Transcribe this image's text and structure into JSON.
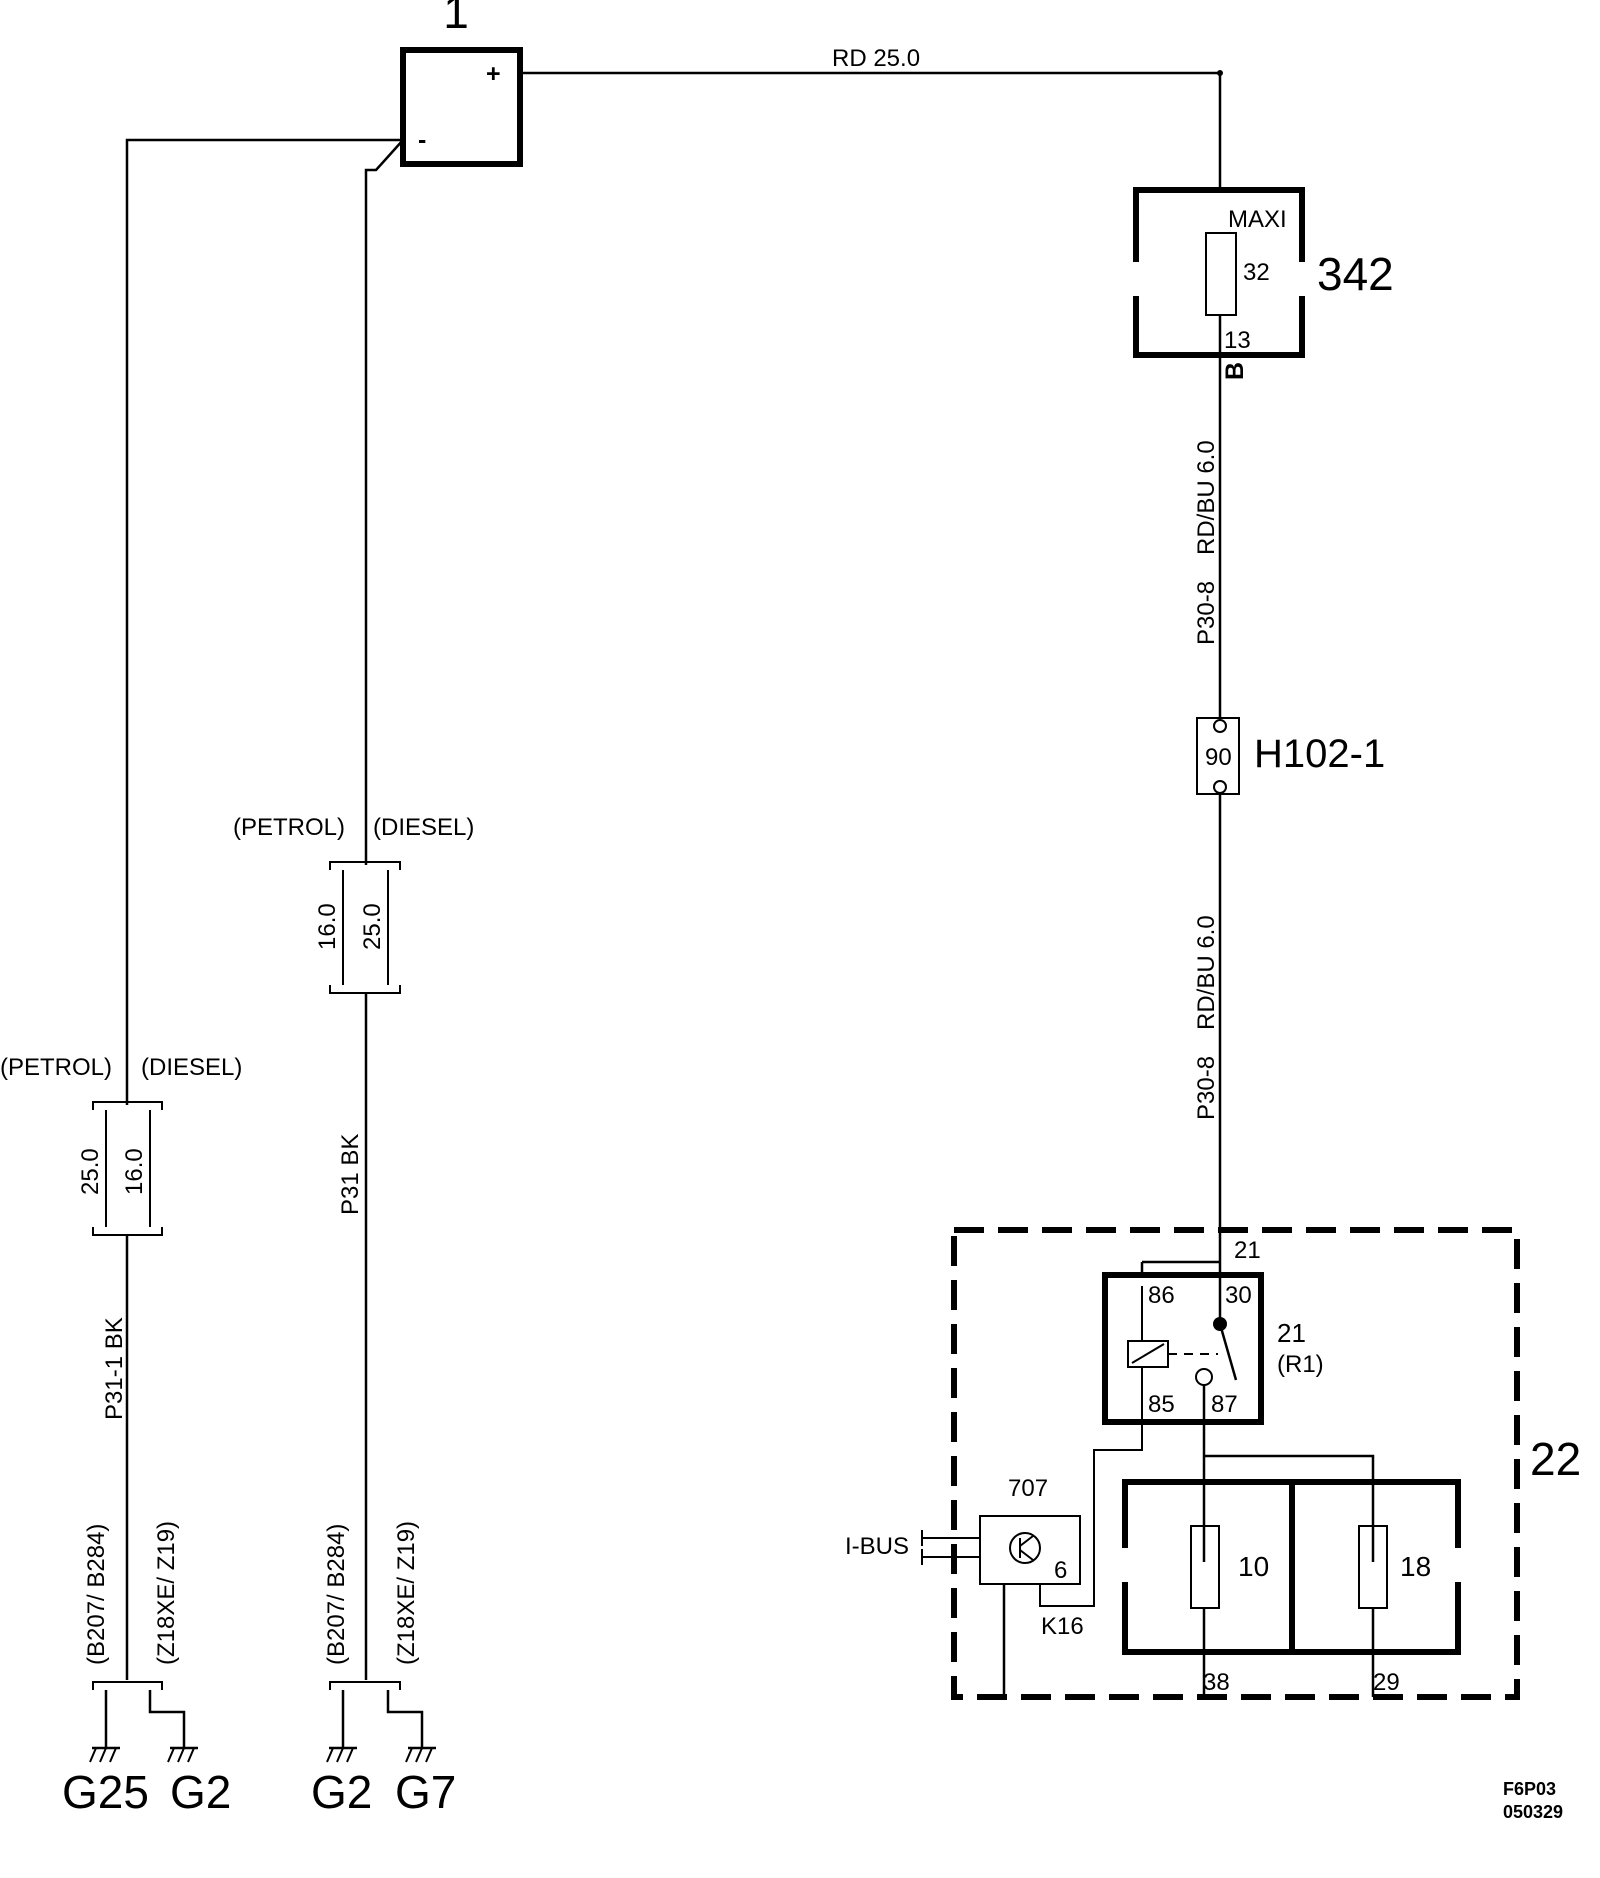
{
  "components": {
    "battery": {
      "number": "1",
      "plus": "+",
      "minus": "-"
    },
    "fuse_box": {
      "number": "342",
      "type": "MAXI",
      "fuse": "32",
      "pin": "13",
      "connector": "B"
    },
    "connector": {
      "name": "H102-1",
      "pin": "90"
    },
    "relay": {
      "number": "21",
      "ref": "(R1)",
      "pins": [
        "86",
        "30",
        "85",
        "87"
      ]
    },
    "module": {
      "number": "22",
      "pin_21": "21",
      "pin_38": "38",
      "pin_29": "29"
    },
    "fuses": [
      "10",
      "18"
    ],
    "transistor": {
      "number": "707",
      "pin": "6",
      "label": "K16"
    },
    "bus": "I-BUS"
  },
  "wires": {
    "main": "RD  25.0",
    "fuse_to_connector": {
      "code": "P30-8",
      "spec": "RD/BU 6.0"
    },
    "connector_to_module": {
      "code": "P30-8",
      "spec": "RD/BU 6.0"
    },
    "ground_left": "P31-1  BK",
    "ground_mid": "P31  BK"
  },
  "variants": {
    "petrol": "(PETROL)",
    "diesel": "(DIESEL)",
    "left_petrol_size": "25.0",
    "left_diesel_size": "16.0",
    "mid_petrol_size": "16.0",
    "mid_diesel_size": "25.0",
    "engine_a": "(B207/ B284)",
    "engine_b": "(Z18XE/ Z19)"
  },
  "grounds": [
    "G25",
    "G2",
    "G2",
    "G7"
  ],
  "figure_code": [
    "F6P03",
    "050329"
  ]
}
